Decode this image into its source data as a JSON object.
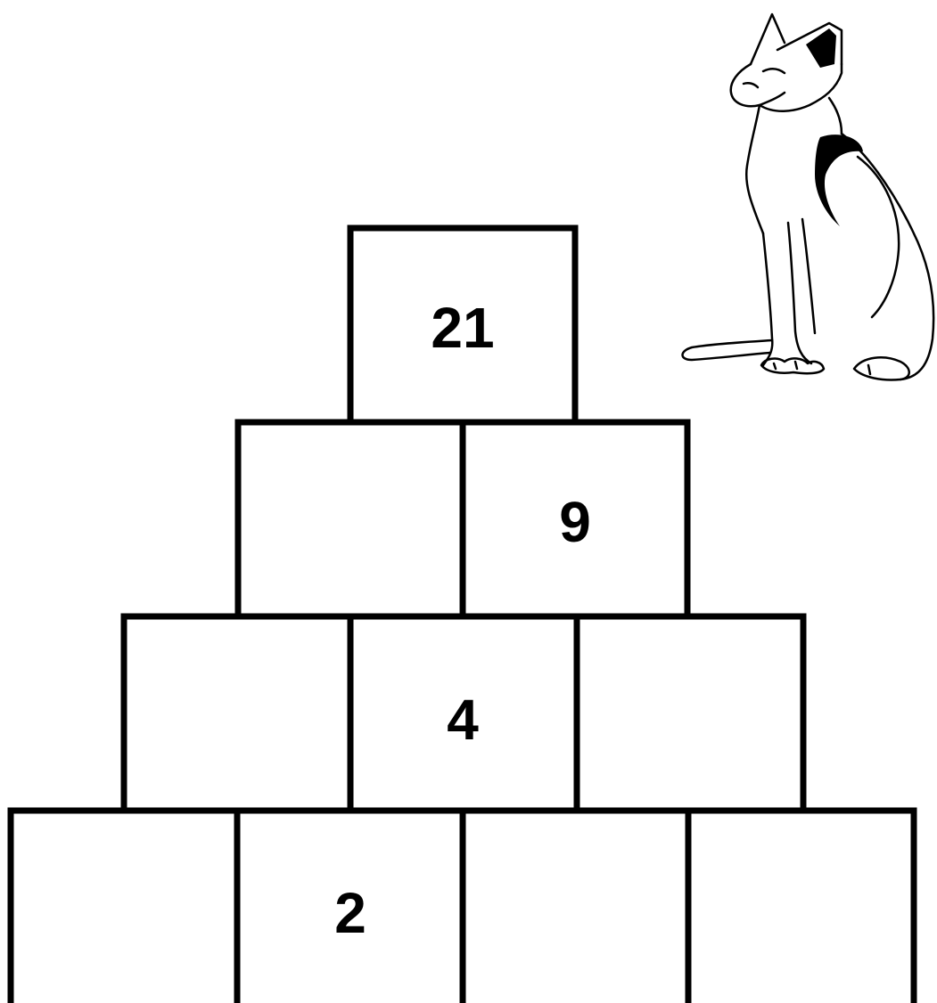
{
  "pyramid": {
    "rows": [
      {
        "cells": [
          "21"
        ]
      },
      {
        "cells": [
          "",
          "9"
        ]
      },
      {
        "cells": [
          "",
          "4",
          ""
        ]
      },
      {
        "cells": [
          "",
          "2",
          "",
          ""
        ]
      }
    ]
  },
  "colors": {
    "line": "#000000",
    "background": "#ffffff"
  },
  "decoration": {
    "icon": "sitting-cat-icon"
  }
}
